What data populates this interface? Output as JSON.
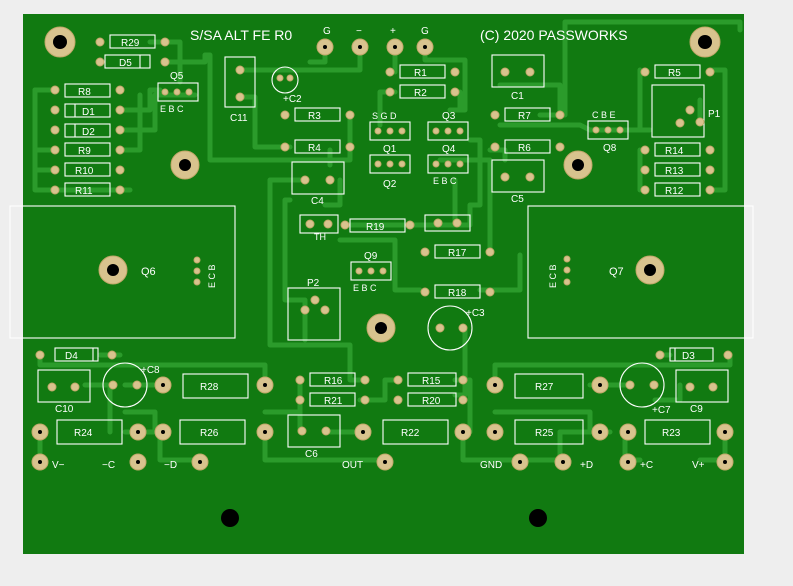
{
  "board": {
    "title": "S/SA ALT FE R0",
    "copyright": "(C) 2020 PASSWORKS",
    "colors": {
      "background": "#eeeeee",
      "substrate": "#117a11",
      "trace": "#2b9b2b",
      "silkscreen": "#ffffff",
      "pad": "#d8c38e",
      "hole": "#000000"
    }
  },
  "top_terminals": [
    "G",
    "−",
    "+",
    "G"
  ],
  "bottom_terminals": [
    "V−",
    "−C",
    "−D",
    "OUT",
    "GND",
    "+D",
    "+C",
    "V+"
  ],
  "resistors": [
    "R29",
    "R8",
    "R9",
    "R10",
    "R11",
    "R1",
    "R2",
    "R3",
    "R4",
    "R5",
    "R7",
    "R6",
    "R14",
    "R13",
    "R12",
    "R19",
    "R17",
    "R18",
    "R28",
    "R16",
    "R21",
    "R15",
    "R20",
    "R27",
    "R24",
    "R26",
    "R22",
    "R25",
    "R23"
  ],
  "diodes": [
    "D5",
    "D1",
    "D2",
    "D4",
    "D3"
  ],
  "capacitors": [
    "C11",
    "C2",
    "C1",
    "C4",
    "C5",
    "C3",
    "C8",
    "C10",
    "C6",
    "C7",
    "C9"
  ],
  "transistors": {
    "Q5": {
      "label": "Q5",
      "pins": "E B C"
    },
    "Q3": {
      "label": "Q3",
      "pins": ""
    },
    "Q1": {
      "label": "Q1",
      "pins": "S G D"
    },
    "Q2": {
      "label": "Q2",
      "pins": ""
    },
    "Q4": {
      "label": "Q4",
      "pins": "E B C"
    },
    "Q8": {
      "label": "Q8",
      "pins": "C B E"
    },
    "Q9": {
      "label": "Q9",
      "pins": "E B C"
    },
    "Q6": {
      "label": "Q6",
      "pins": "E C B"
    },
    "Q7": {
      "label": "Q7",
      "pins": "E C B"
    }
  },
  "pots": [
    "P1",
    "P2"
  ],
  "thermistor": "TH",
  "polarity_marks": [
    "+C2",
    "+C3",
    "+C8",
    "+C7"
  ]
}
